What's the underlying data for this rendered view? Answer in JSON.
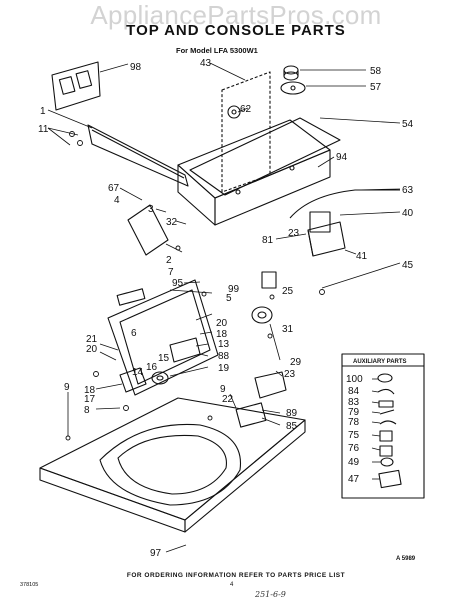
{
  "watermark": "AppliancePartsPros.com",
  "title": "TOP AND CONSOLE PARTS",
  "subtitle": "For Model LFA 5300W1",
  "auxiliary_title": "AUXILIARY PARTS",
  "callouts": {
    "c98": "98",
    "c43": "43",
    "c58": "58",
    "c57": "57",
    "c62": "62",
    "c1": "1",
    "c11": "11",
    "c54": "54",
    "c94": "94",
    "c63": "63",
    "c67": "67",
    "c4": "4",
    "c3": "3",
    "c32": "32",
    "c40": "40",
    "c81": "81",
    "c23a": "23",
    "c41": "41",
    "c45": "45",
    "c2": "2",
    "c7": "7",
    "c95": "95",
    "c99": "99",
    "c5": "5",
    "c25": "25",
    "c31": "31",
    "c6": "6",
    "c20a": "20",
    "c18a": "18",
    "c21": "21",
    "c20b": "20",
    "c13": "13",
    "c88": "88",
    "c15": "15",
    "c16": "16",
    "c14": "14",
    "c19": "19",
    "c29": "29",
    "c23b": "23",
    "c18b": "18",
    "c17": "17",
    "c8": "8",
    "c9a": "9",
    "c9b": "9",
    "c22": "22",
    "c89": "89",
    "c85": "85",
    "c97": "97"
  },
  "aux_callouts": [
    "100",
    "84",
    "83",
    "79",
    "78",
    "75",
    "76",
    "49",
    "47"
  ],
  "drawing_number": "A 5989",
  "footer": "FOR ORDERING INFORMATION REFER TO PARTS PRICE LIST",
  "doc_number": "378105",
  "page_number": "4",
  "handwritten": "251-6-9"
}
